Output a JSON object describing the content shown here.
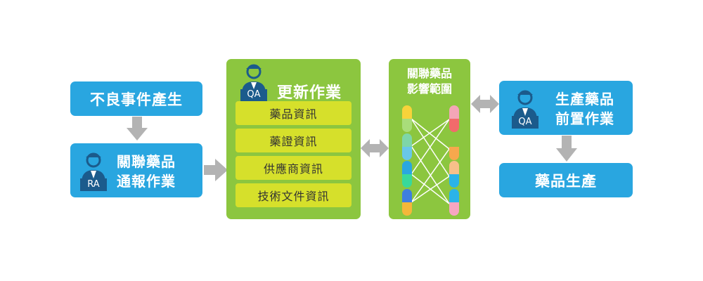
{
  "boxes": {
    "adverse_event": "不良事件產生",
    "ra_report_line1": "關聯藥品",
    "ra_report_line2": "通報作業",
    "update_title": "更新作業",
    "scope_line1": "關聯藥品",
    "scope_line2": "影響範圍",
    "qa_prep_line1": "生產藥品",
    "qa_prep_line2": "前置作業",
    "production": "藥品生產"
  },
  "update_items": [
    "藥品資訊",
    "藥證資訊",
    "供應商資訊",
    "技術文件資訊"
  ],
  "roles": {
    "ra": "RA",
    "qa_update": "QA",
    "qa_prep": "QA"
  },
  "icons": [
    "person-ra-icon",
    "person-qa-icon",
    "arrow-down-icon",
    "arrow-right-icon",
    "double-arrow-icon",
    "capsule-icon"
  ],
  "colors": {
    "blue": "#29a6e0",
    "green": "#8cc63f",
    "yellow": "#d6e02b",
    "arrow": "#b3b3b3",
    "person": "#1b5b8c"
  },
  "capsules": {
    "left": [
      [
        "#f7d33a",
        "#a9dd7a"
      ],
      [
        "#7ed6a8",
        "#69c7e8"
      ],
      [
        "#2aa7df",
        "#38d99b"
      ],
      [
        "#3f7fe0",
        "#f4b73a"
      ]
    ],
    "right": [
      [
        "#f4a6b7",
        "#f26b6b"
      ],
      [
        "#8cc63f",
        "#f6a84d"
      ],
      [
        "#f7c08a",
        "#2bb3e8"
      ],
      [
        "#2bb3e8",
        "#f7a6c1"
      ]
    ]
  }
}
